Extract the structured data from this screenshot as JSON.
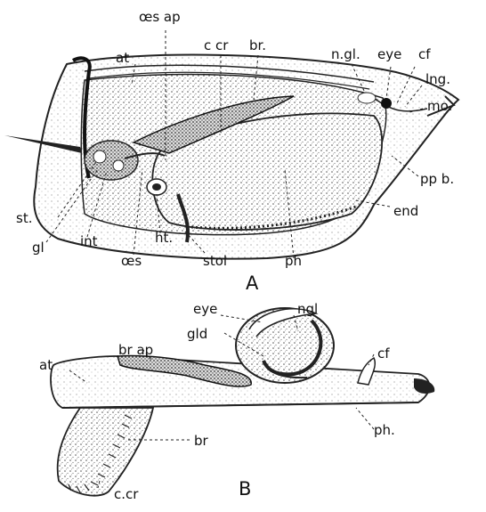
{
  "figure_a": {
    "panel_letter": "A",
    "labels": {
      "oes_ap": "œs ap",
      "at": "at",
      "c_cr": "c cr",
      "br": "br.",
      "n_gl": "n.gl.",
      "eye": "eye",
      "cf": "cf",
      "lng": "lng.",
      "mo": "mo.",
      "pp_b": "pp b.",
      "st": "st.",
      "end": "end",
      "int": "int",
      "gl": "gl",
      "ht": "ht.",
      "oes": "œs",
      "stol": "stol",
      "ph": "ph"
    }
  },
  "figure_b": {
    "panel_letter": "B",
    "labels": {
      "eye": "eye",
      "ngl": "ngl",
      "gld": "gld",
      "br_ap": "br ap",
      "cf": "cf",
      "at": "at",
      "br": "br",
      "ph": "ph.",
      "c_cr": "c.cr"
    }
  }
}
